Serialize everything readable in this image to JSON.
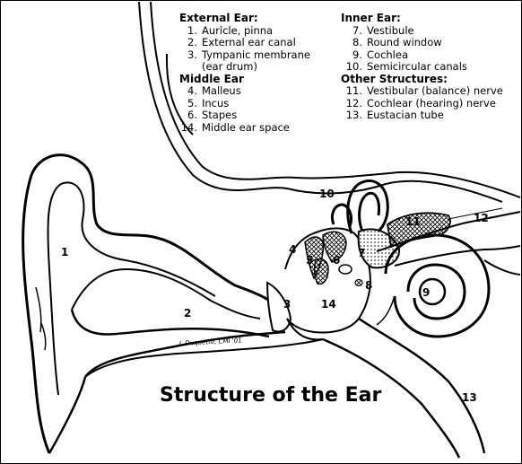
{
  "title": "Structure of the Ear",
  "signature": "J. Duquette, CMI '01",
  "legend": {
    "external": {
      "heading": "External Ear:",
      "items": [
        {
          "num": "1.",
          "text": "Auricle, pinna"
        },
        {
          "num": "2.",
          "text": "External ear canal"
        },
        {
          "num": "3.",
          "text": "Tympanic membrane"
        },
        {
          "num": "",
          "text": "(ear drum)"
        }
      ]
    },
    "middle": {
      "heading": "Middle Ear",
      "items": [
        {
          "num": "4.",
          "text": "Malleus"
        },
        {
          "num": "5.",
          "text": "Incus"
        },
        {
          "num": "6.",
          "text": "Stapes"
        },
        {
          "num": "14.",
          "text": "Middle ear space"
        }
      ]
    },
    "inner": {
      "heading": "Inner Ear:",
      "items": [
        {
          "num": "7.",
          "text": "Vestibule"
        },
        {
          "num": "8.",
          "text": "Round window"
        },
        {
          "num": "9.",
          "text": "Cochlea"
        },
        {
          "num": "10.",
          "text": "Semicircular canals"
        }
      ]
    },
    "other": {
      "heading": "Other Structures:",
      "items": [
        {
          "num": "11.",
          "text": "Vestibular (balance) nerve"
        },
        {
          "num": "12.",
          "text": "Cochlear (hearing) nerve"
        },
        {
          "num": "13.",
          "text": "Eustacian tube"
        }
      ]
    }
  },
  "labels": {
    "l1": "1",
    "l2": "2",
    "l3": "3",
    "l4": "4",
    "l5": "5",
    "l6": "6",
    "l7": "7",
    "l8": "8",
    "l9": "9",
    "l10": "10",
    "l11": "11",
    "l12": "12",
    "l13": "13",
    "l14": "14"
  }
}
